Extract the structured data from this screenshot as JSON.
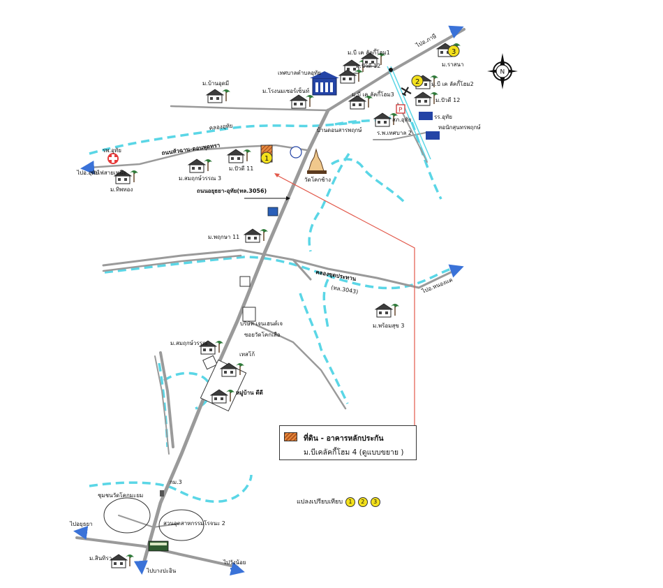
{
  "compass": {
    "letter": "N"
  },
  "markers": [
    {
      "id": "1",
      "fill": "#f4e11c"
    },
    {
      "id": "2",
      "fill": "#f4e11c"
    },
    {
      "id": "3",
      "fill": "#f4e11c"
    }
  ],
  "roads": {
    "to_phasi": "ไปอ.ภาษี",
    "to_nong_khae": "ไปอ.หนองแค",
    "to_ayutthaya": "ไปอยุธยา",
    "to_bang_pa_in": "ไปบางปะอิน",
    "to_wang_noi": "ไปวังน้อย",
    "to_u_thai_left": "ไปอ.อุทัย",
    "hua_chang": "ถนนหัวฉาน-ดอนพุดทรา",
    "ayutthaya_uthai": "ถนนอยุธยา-อุทัย(ทล.3056)",
    "khlong_road_a": "คลองขุดประทาน",
    "khlong_road_b": "(ทล.3043)",
    "rail_label": "รถไฟสายเหนือ",
    "km_marker": "กม.3"
  },
  "canals": {
    "khlong_uthai": "คลองอุทัย"
  },
  "places": [
    {
      "key": "baan_uthai_t",
      "text": "ม.บ้านอุดมี"
    },
    {
      "key": "pb1",
      "text": "ม.บี เค ลัคกี้โฮม1"
    },
    {
      "key": "pb2",
      "text": "ม.บี เค ลัคกี้โฮม2"
    },
    {
      "key": "pb3",
      "text": "ม.บี เค ลัคกี้โฮม3"
    },
    {
      "key": "pb4",
      "text": "ม.ปัวดี 12"
    },
    {
      "key": "pb5",
      "text": "ม.ปัวดี 12"
    },
    {
      "key": "pb6",
      "text": "ม.ปัวดี 11"
    },
    {
      "key": "thesaban",
      "text": "เทศบาลตำบลอุทัย"
    },
    {
      "key": "school",
      "text": "ม.โรงนมเซอร์เซ็นท์"
    },
    {
      "key": "rasana",
      "text": "ม.ราสนา"
    },
    {
      "key": "sorpor",
      "text": "สภ.อุทัย"
    },
    {
      "key": "office",
      "text": "รร.อุทัย"
    },
    {
      "key": "hospital2",
      "text": "ร.พ.เทศบาล 2"
    },
    {
      "key": "post",
      "text": "หอนักสุนทรพฤกษ์"
    },
    {
      "key": "kalasan",
      "text": "บ้านดอนสารพฤกษ์"
    },
    {
      "key": "health",
      "text": "รพ.อุทัย"
    },
    {
      "key": "wat_khoke",
      "text": "วัดโคกช้าง"
    },
    {
      "key": "somkhit3",
      "text": "ม.สมฤกษ์วรรณ 3"
    },
    {
      "key": "thiphong",
      "text": "ม.ทิพทอง"
    },
    {
      "key": "phruksa11",
      "text": "ม.พฤกษา 11"
    },
    {
      "key": "phruksa3",
      "text": "ม.พร้อมสุข 3"
    },
    {
      "key": "bmc",
      "text": "บริษัท เจนเฮนด์เจ"
    },
    {
      "key": "wat_cross",
      "text": "ซอยวัดโคกเสือ"
    },
    {
      "key": "somkhit",
      "text": "ม.สมฤกษ์วรรณ"
    },
    {
      "key": "lotus",
      "text": "เทสโก้"
    },
    {
      "key": "didi",
      "text": "หมู่บ้าน ดีดี"
    },
    {
      "key": "lake1",
      "text": "ชุมชนวัดโคกมะยม"
    },
    {
      "key": "lake2",
      "text": "สวนอุตสาหกรรมโรจนะ 2"
    },
    {
      "key": "sinthira",
      "text": "ม.สินทิรา"
    }
  ],
  "legend": {
    "line1": "ที่ดิน - อาคารหลักประกัน",
    "line2": "ม.บีเคลัคกี้โฮม 4 (ดูแบบขยาย )"
  },
  "compare_label": "แปลงเปรียบเทียบ",
  "colors": {
    "road": "#9a9a9a",
    "canal": "#5ad6e6",
    "arrow": "#3a72d8",
    "redline": "#e2584a",
    "marker": "#f4e11c",
    "plot": "#d9722e"
  }
}
